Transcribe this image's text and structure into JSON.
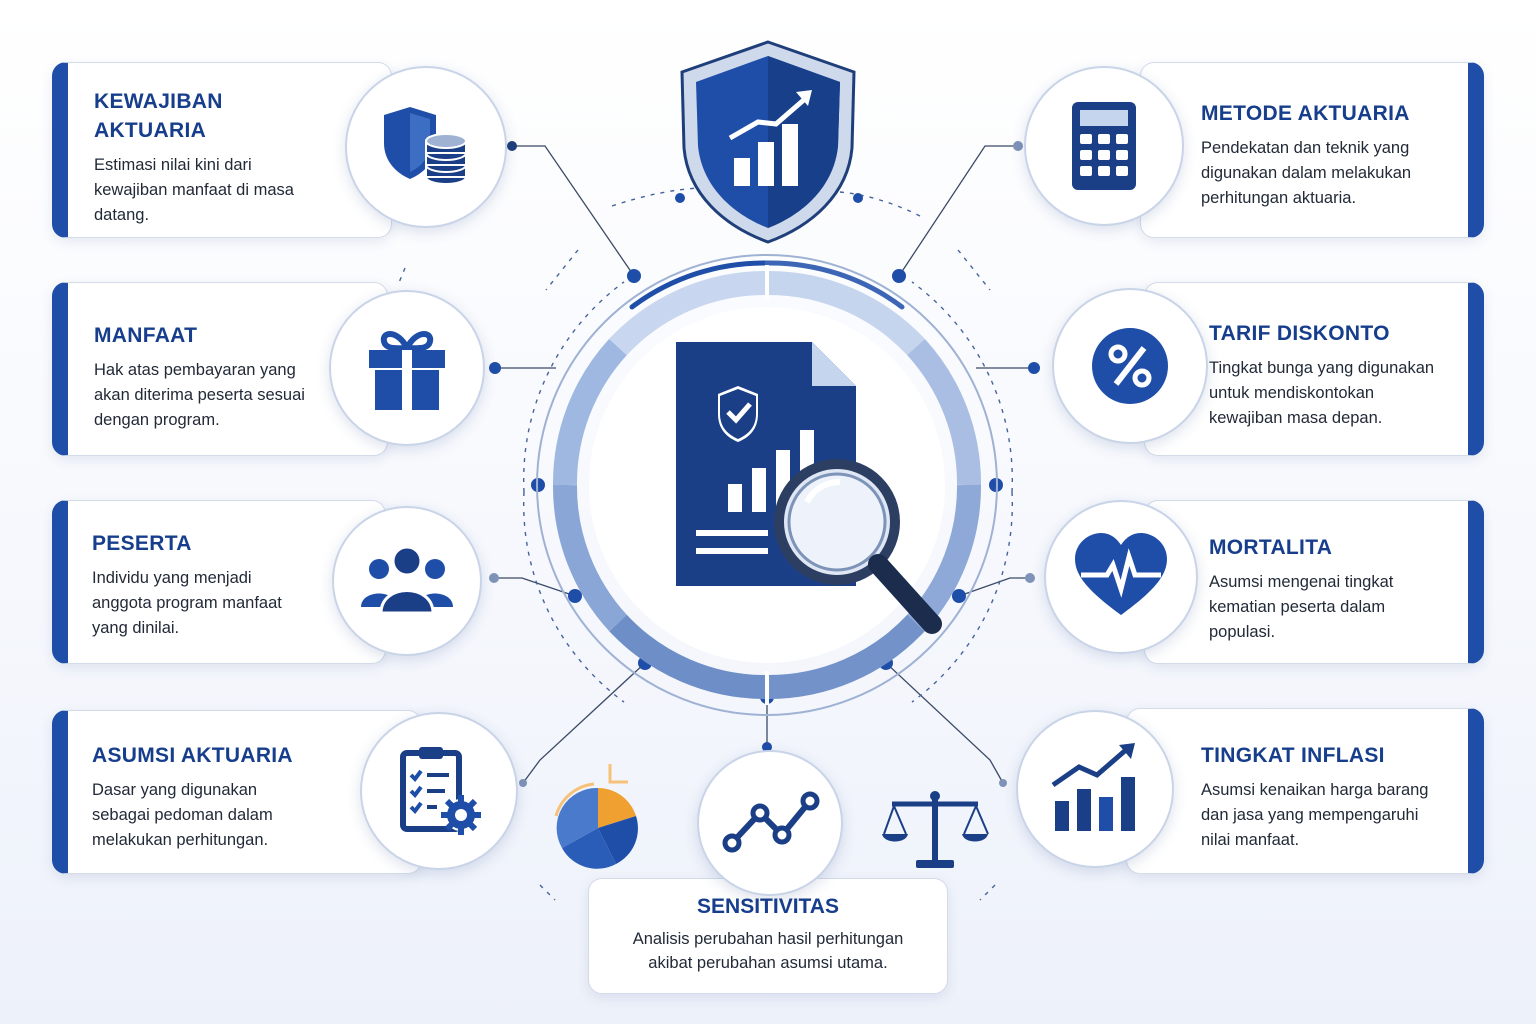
{
  "colors": {
    "primary": "#1f4ea8",
    "dark": "#173e8c",
    "accent": "#f0a030"
  },
  "hub": {
    "shield_icon": "shield-chart-icon",
    "center_icon": "document-magnifier-icon"
  },
  "left_items": [
    {
      "title_line1": "KEWAJIBAN",
      "title_line2": "AKTUARIA",
      "desc": [
        "Estimasi nilai kini dari",
        "kewajiban manfaat di masa",
        "datang."
      ],
      "icon": "shield-coins-icon"
    },
    {
      "title_line1": "MANFAAT",
      "title_line2": "",
      "desc": [
        "Hak atas pembayaran yang",
        "akan diterima peserta sesuai",
        "dengan program."
      ],
      "icon": "gift-icon"
    },
    {
      "title_line1": "PESERTA",
      "title_line2": "",
      "desc": [
        "Individu yang menjadi",
        "anggota program manfaat",
        "yang dinilai."
      ],
      "icon": "people-icon"
    },
    {
      "title_line1": "ASUMSI AKTUARIA",
      "title_line2": "",
      "desc": [
        "Dasar yang digunakan",
        "sebagai pedoman dalam",
        "melakukan perhitungan."
      ],
      "icon": "clipboard-gear-icon"
    }
  ],
  "right_items": [
    {
      "title": "METODE AKTUARIA",
      "desc": [
        "Pendekatan dan teknik yang",
        "digunakan dalam melakukan",
        "perhitungan aktuaria."
      ],
      "icon": "calculator-icon"
    },
    {
      "title": "TARIF DISKONTO",
      "desc": [
        "Tingkat bunga yang digunakan",
        "untuk mendiskontokan",
        "kewajiban masa depan."
      ],
      "icon": "percent-icon"
    },
    {
      "title": "MORTALITA",
      "desc": [
        "Asumsi mengenai tingkat",
        "kematian peserta dalam",
        "populasi."
      ],
      "icon": "heart-pulse-icon"
    },
    {
      "title": "TINGKAT INFLASI",
      "desc": [
        "Asumsi kenaikan harga barang",
        "dan jasa yang mempengaruhi",
        "nilai manfaat."
      ],
      "icon": "bar-chart-up-icon"
    }
  ],
  "bottom": {
    "title": "SENSITIVITAS",
    "desc": [
      "Analisis perubahan hasil perhitungan",
      "akibat perubahan asumsi utama."
    ],
    "icons": [
      "pie-chart-icon",
      "line-chart-icon",
      "scales-icon"
    ]
  }
}
